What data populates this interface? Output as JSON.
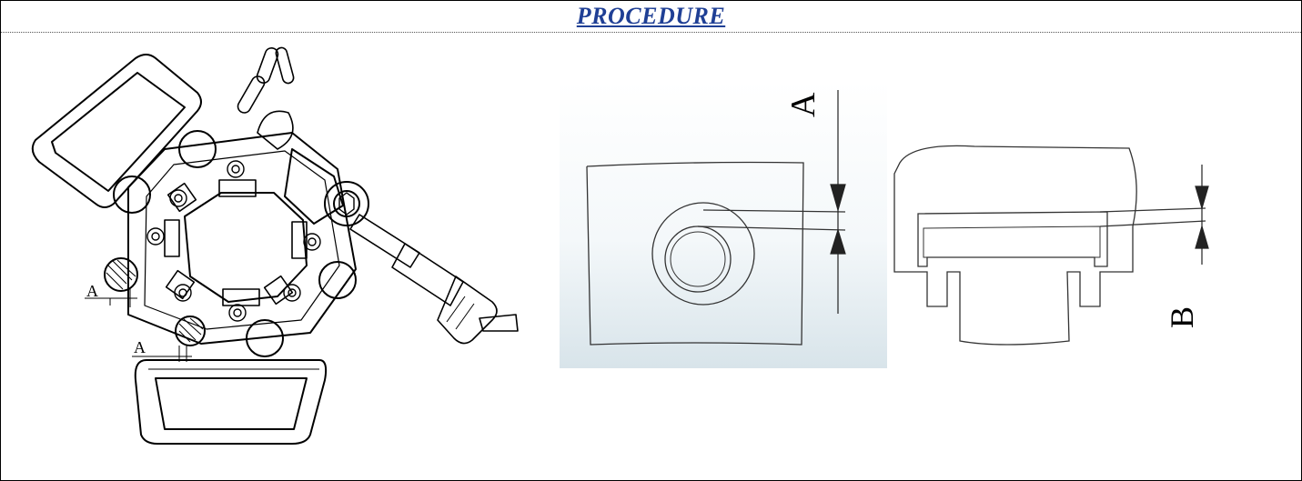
{
  "header": {
    "title": "PROCEDURE"
  },
  "figures": {
    "tool": {
      "label_a_upper": "A",
      "label_a_lower": "A"
    },
    "gap_a": {
      "label": "A",
      "background_color": "#e9f0f4"
    },
    "gap_b": {
      "label": "B"
    }
  },
  "colors": {
    "title": "#1f3f95",
    "line": "#000000"
  }
}
